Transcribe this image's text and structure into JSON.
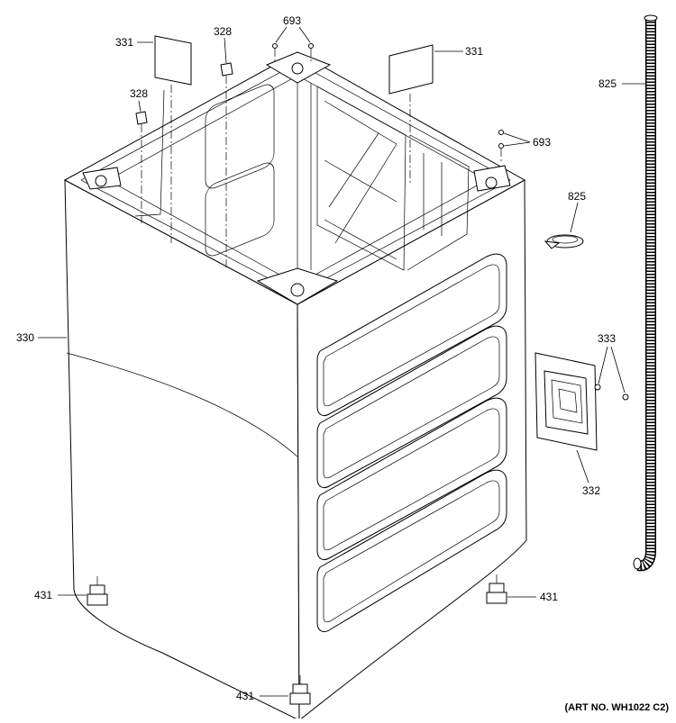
{
  "callouts": {
    "c331_left": "331",
    "c328_top": "328",
    "c693_top": "693",
    "c331_right": "331",
    "c825_hose": "825",
    "c328_left": "328",
    "c693_right": "693",
    "c825_clamp": "825",
    "c330": "330",
    "c333": "333",
    "c332": "332",
    "c431_left": "431",
    "c431_right": "431",
    "c431_bottom": "431"
  },
  "art_number": "(ART NO. WH1022 C2)"
}
